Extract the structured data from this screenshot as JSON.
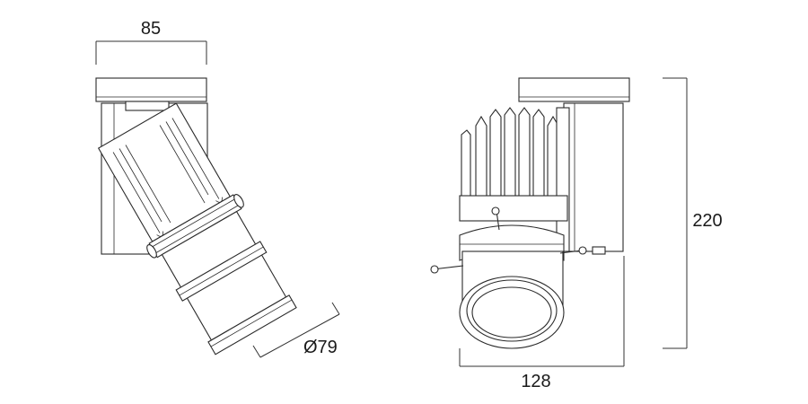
{
  "dimensions": {
    "side_width": "85",
    "tube_diameter": "Ø79",
    "front_height": "220",
    "front_width": "128"
  }
}
